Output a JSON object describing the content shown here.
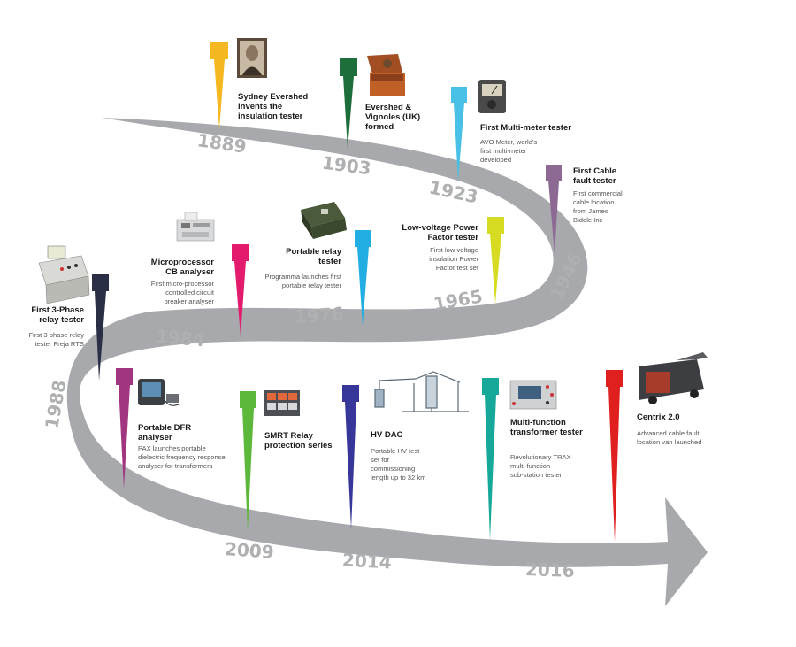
{
  "colors": {
    "road": "#a7a9ac",
    "pin_1889": "#f6b820",
    "pin_1903": "#1e6e3c",
    "pin_1923": "#49c0e6",
    "pin_1946": "#8c6a94",
    "pin_1965": "#d7dc22",
    "pin_1976": "#23aee3",
    "pin_1984": "#e31b6d",
    "pin_1988_relay": "#2b2f45",
    "pin_1988_dfr": "#a2357f",
    "pin_2009": "#5cb83a",
    "pin_2014": "#37379a",
    "pin_2014_trax": "#16a99a",
    "pin_2016": "#e0201f"
  },
  "years": [
    {
      "label": "1889"
    },
    {
      "label": "1903"
    },
    {
      "label": "1923"
    },
    {
      "label": "1946"
    },
    {
      "label": "1965"
    },
    {
      "label": "1976"
    },
    {
      "label": "1984"
    },
    {
      "label": "1988"
    },
    {
      "label": "2009"
    },
    {
      "label": "2014"
    },
    {
      "label": "2016"
    }
  ],
  "events": [
    {
      "title": "Sydney Evershed\ninvents the\ninsulation tester",
      "desc": "",
      "icon": "portrait-photo"
    },
    {
      "title": "Evershed &\nVignoles (UK)\nformed",
      "desc": "",
      "icon": "wooden-tester-photo"
    },
    {
      "title": "First Multi-meter tester",
      "desc": "AVO Meter, world's\nfirst multi-meter\ndeveloped",
      "icon": "multimeter-photo"
    },
    {
      "title": "First Cable\nfault tester",
      "desc": "First commercial\ncable location\nfrom James\nBiddle Inc",
      "icon": ""
    },
    {
      "title": "Low-voltage Power\nFactor tester",
      "desc": "First low voltage\ninsulation Power\nFactor test set",
      "icon": ""
    },
    {
      "title": "Portable relay\ntester",
      "desc": "Programma launches first\nportable relay tester",
      "icon": "relay-tester-photo"
    },
    {
      "title": "Microprocessor\nCB analyser",
      "desc": "First micro-processor\ncontrolled circuit\nbreaker analyser",
      "icon": "cb-analyser-photo"
    },
    {
      "title": "First 3-Phase\nrelay tester",
      "desc": "First 3 phase relay\ntester Freja RTS",
      "icon": "freja-rts-photo"
    },
    {
      "title": "Portable DFR\nanalyser",
      "desc": "PAX launches portable\ndielectric frequency response\nanalyser for transformers",
      "icon": "dfr-analyser-photo"
    },
    {
      "title": "SMRT Relay\nprotection series",
      "desc": "",
      "icon": "smrt-photo"
    },
    {
      "title": "HV DAC",
      "desc": "Portable HV test\nset for\ncommissioning\nlength up to 32 km",
      "icon": "hv-dac-photo"
    },
    {
      "title": "Multi-function\ntransformer tester",
      "desc": "Revolutionary TRAX\nmulti-function\nsub-station tester",
      "icon": "trax-photo"
    },
    {
      "title": "Centrix 2.0",
      "desc": "Advanced cable fault\nlocation van launched",
      "icon": "van-photo"
    }
  ]
}
